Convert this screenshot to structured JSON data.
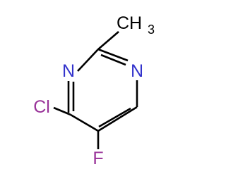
{
  "molecule": {
    "atoms": {
      "n1": {
        "symbol": "N",
        "color": "#3333cc"
      },
      "n3": {
        "symbol": "N",
        "color": "#3333cc"
      },
      "cl": {
        "symbol": "Cl",
        "color": "#993399"
      },
      "f": {
        "symbol": "F",
        "color": "#993399"
      },
      "ch3": {
        "main": "CH",
        "subscript": "3",
        "color": "#000000"
      }
    },
    "bond_color": "#000000"
  }
}
